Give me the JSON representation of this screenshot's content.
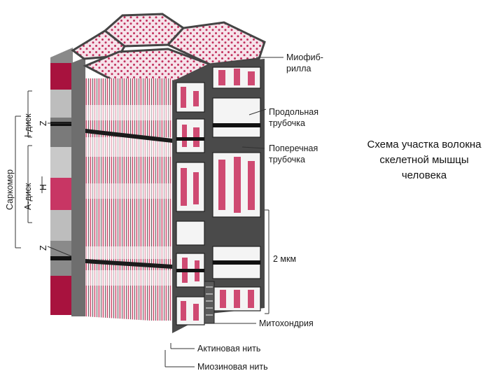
{
  "caption": {
    "line1": "Схема участка волокна",
    "line2": "скелетной мышцы",
    "line3": "человека"
  },
  "labels": {
    "myofibril_1": "Миофиб-",
    "myofibril_2": "рилла",
    "longitudinal_tubule_1": "Продольная",
    "longitudinal_tubule_2": "трубочка",
    "transverse_tubule_1": "Поперечная",
    "transverse_tubule_2": "трубочка",
    "scale": "2 мкм",
    "mitochondrion": "Митохондрия",
    "actin_filament": "Актиновая нить",
    "myosin_filament": "Миозиновая нить",
    "sarcomere": "Саркомер",
    "i_disc": "I-диск",
    "a_disc": "А-диск",
    "z_top": "Z",
    "z_bottom": "Z",
    "h_zone": "H"
  },
  "colors": {
    "pink": "#d4587a",
    "crimson": "#a8123e",
    "gray": "#7a7a7a",
    "dark": "#3c3c3c",
    "light": "#f2f2f2"
  }
}
